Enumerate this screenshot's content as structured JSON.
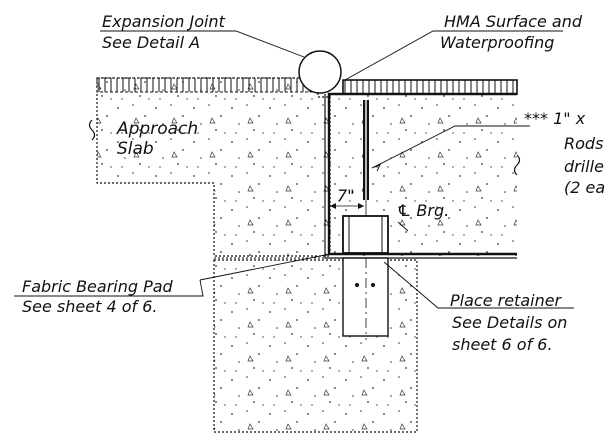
{
  "labels": {
    "expansion_joint_line1": "Expansion Joint",
    "expansion_joint_line2": "See Detail A",
    "hma_line1": "HMA Surface and",
    "hma_line2": "Waterproofing",
    "approach_line1": "Approach",
    "approach_line2": "Slab",
    "note_star": "*** 1\" x",
    "note_line2": "Rods",
    "note_line3": "drille",
    "note_line4": "(2 ea",
    "dim_7": "7\"",
    "cl_brg": "℄ Brg.",
    "fabric_line1": "Fabric Bearing Pad",
    "fabric_line2": "See sheet 4 of 6.",
    "retainer_line1": "Place retainer",
    "retainer_line2": "See Details on",
    "retainer_line3": "sheet 6 of 6."
  },
  "colors": {
    "ink": "#111111",
    "background": "#ffffff"
  }
}
